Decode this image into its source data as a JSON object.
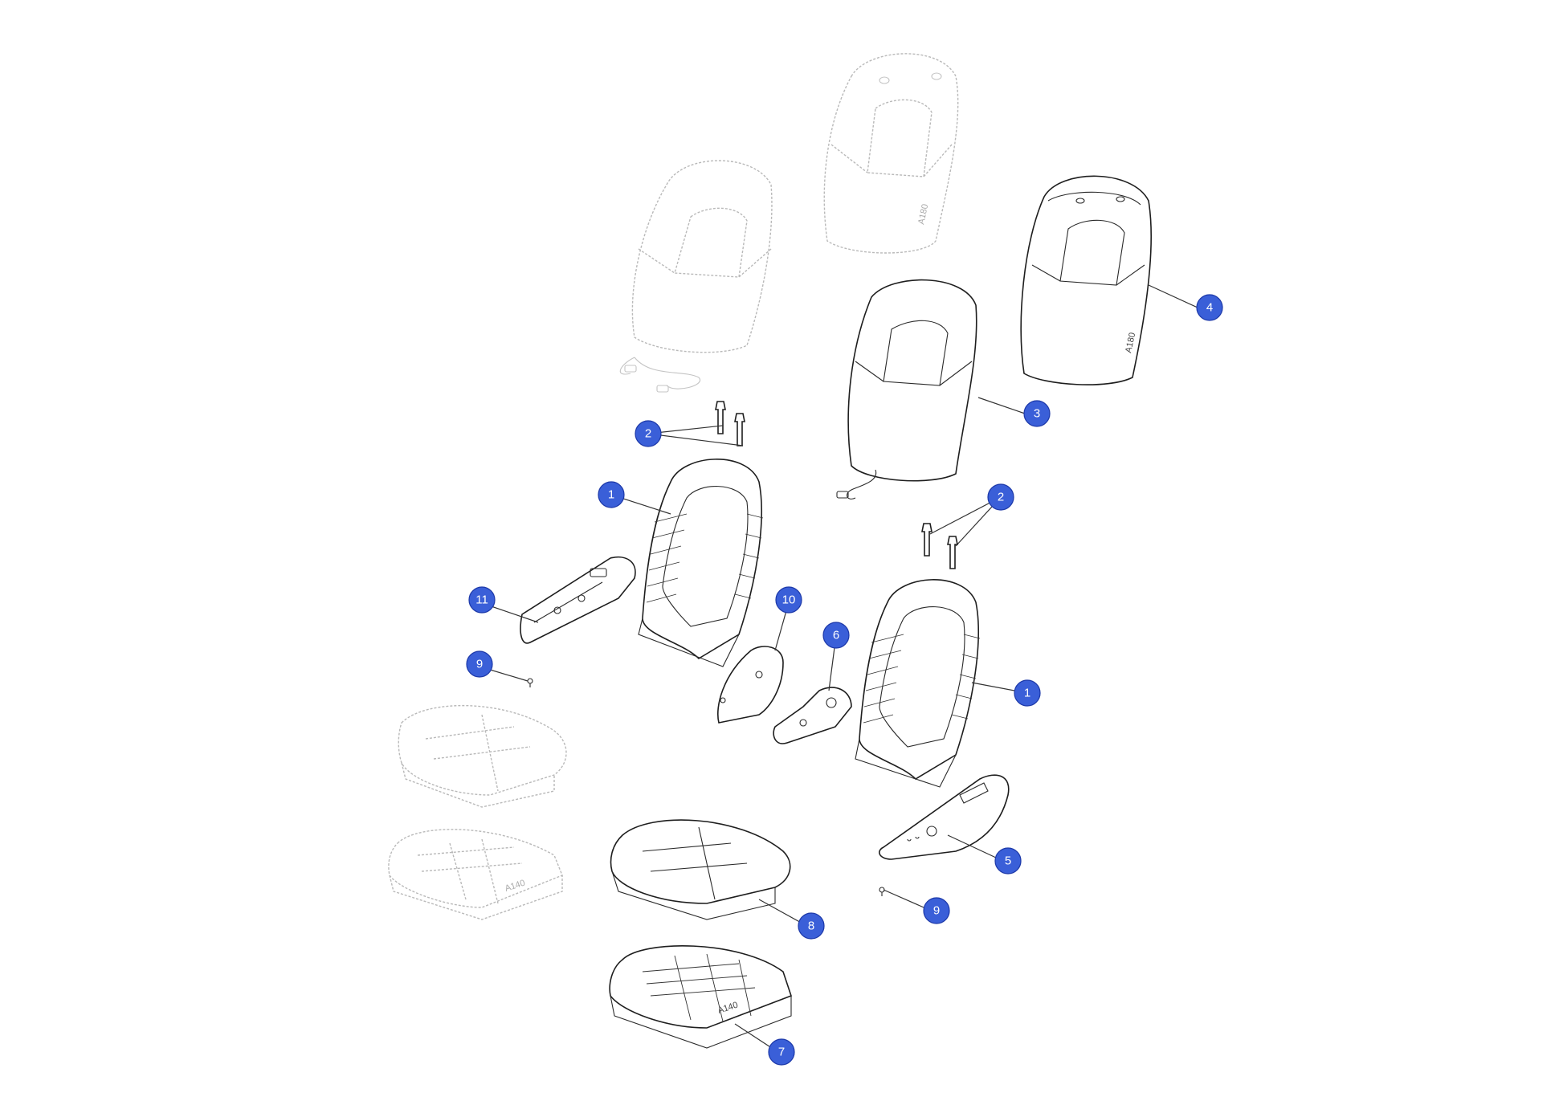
{
  "callouts": [
    {
      "id": "c-4",
      "label": "4",
      "part": "backrest-cover-assembly"
    },
    {
      "id": "c-3",
      "label": "3",
      "part": "backrest-pad"
    },
    {
      "id": "c-2a",
      "label": "2",
      "part": "headrest-guide-pins"
    },
    {
      "id": "c-2b",
      "label": "2",
      "part": "headrest-guide-pins"
    },
    {
      "id": "c-1a",
      "label": "1",
      "part": "backrest-frame"
    },
    {
      "id": "c-1b",
      "label": "1",
      "part": "backrest-frame"
    },
    {
      "id": "c-11",
      "label": "11",
      "part": "seat-side-trim-inner"
    },
    {
      "id": "c-10",
      "label": "10",
      "part": "backrest-side-cover"
    },
    {
      "id": "c-6",
      "label": "6",
      "part": "recliner-cover"
    },
    {
      "id": "c-9a",
      "label": "9",
      "part": "screw"
    },
    {
      "id": "c-9b",
      "label": "9",
      "part": "screw"
    },
    {
      "id": "c-5",
      "label": "5",
      "part": "seat-side-trim-outer"
    },
    {
      "id": "c-8",
      "label": "8",
      "part": "seat-cushion-cover"
    },
    {
      "id": "c-7",
      "label": "7",
      "part": "seat-cushion-frame"
    }
  ],
  "part_stamps": {
    "backrest_cover": "A180",
    "faint_backrest": "A180",
    "cushion_frame": "A140",
    "faint_cushion_frame": "A140"
  },
  "colors": {
    "callout_fill": "#3a5fd8",
    "faint_line": "#b9b9b9",
    "dark_line": "#1e1e1e"
  }
}
